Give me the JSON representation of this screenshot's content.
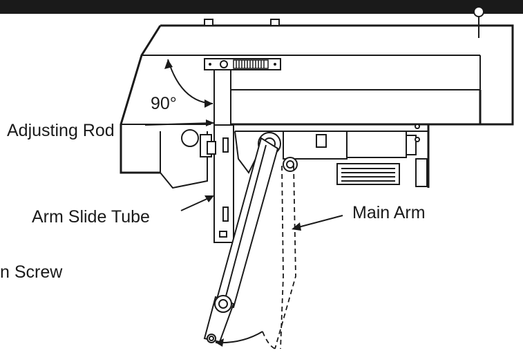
{
  "labels": {
    "angle": "90°",
    "adjusting_rod": "Adjusting Rod",
    "arm_slide_tube": "Arm Slide Tube",
    "main_arm": "Main Arm",
    "partial_screw": "n Screw"
  },
  "colors": {
    "ink": "#1a1a1a",
    "top_band": "#1a1a1a",
    "background": "#ffffff"
  }
}
